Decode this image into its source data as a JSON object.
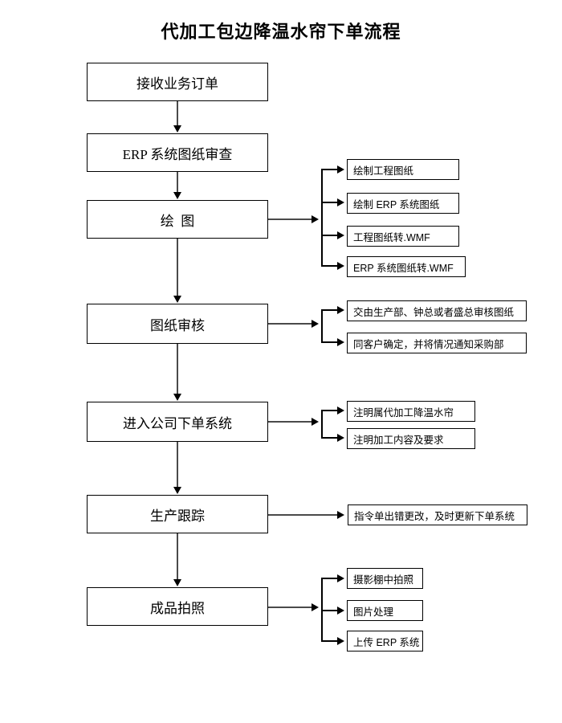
{
  "title": "代加工包边降温水帘下单流程",
  "flow": {
    "steps": [
      {
        "id": "receive-order",
        "label": "接收业务订单",
        "branches": []
      },
      {
        "id": "erp-drawing-review",
        "label": "ERP 系统图纸审查",
        "branches": []
      },
      {
        "id": "drawing",
        "label": "绘  图",
        "branches": [
          "绘制工程图纸",
          "绘制 ERP 系统图纸",
          "工程图纸转.WMF",
          "ERP 系统图纸转.WMF"
        ]
      },
      {
        "id": "drawing-approval",
        "label": "图纸审核",
        "branches": [
          "交由生产部、钟总或者盛总审核图纸",
          "同客户确定，并将情况通知采购部"
        ]
      },
      {
        "id": "enter-order-system",
        "label": "进入公司下单系统",
        "branches": [
          "注明属代加工降温水帘",
          "注明加工内容及要求"
        ]
      },
      {
        "id": "production-tracking",
        "label": "生产跟踪",
        "branches": [
          "指令单出错更改，及时更新下单系统"
        ]
      },
      {
        "id": "finished-product-photo",
        "label": "成品拍照",
        "branches": [
          "摄影棚中拍照",
          "图片处理",
          "上传 ERP 系统"
        ]
      }
    ]
  },
  "colors": {
    "background": "#ffffff",
    "stroke": "#000000",
    "connector": "#4a4a4a",
    "text": "#000000"
  }
}
